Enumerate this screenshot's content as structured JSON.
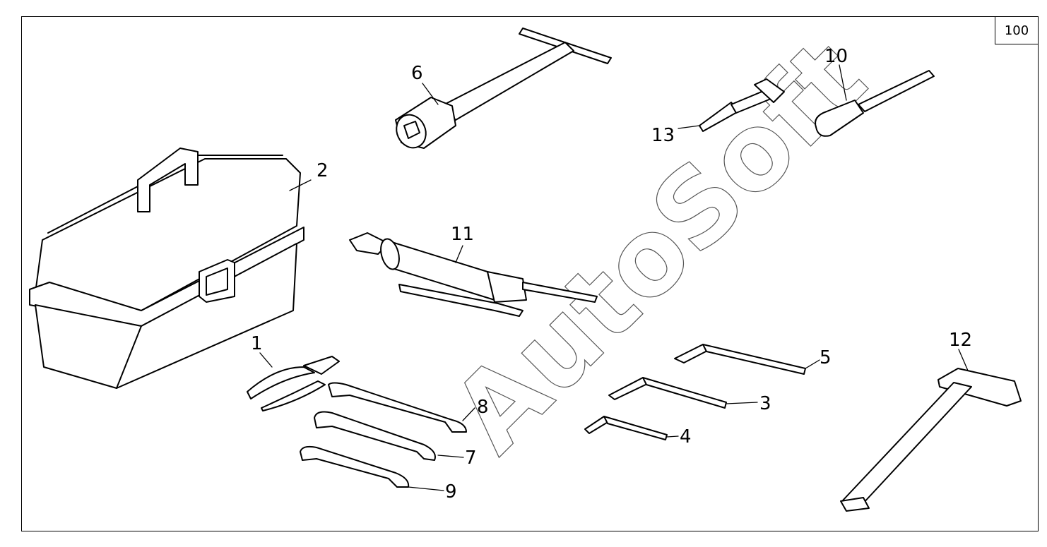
{
  "page_number": "100",
  "watermark": "AutoSoft",
  "callouts": [
    {
      "label": "1",
      "part": "pliers"
    },
    {
      "label": "2",
      "part": "tool-box"
    },
    {
      "label": "3",
      "part": "hex-key-medium"
    },
    {
      "label": "4",
      "part": "hex-key-small"
    },
    {
      "label": "5",
      "part": "hex-key-large"
    },
    {
      "label": "6",
      "part": "t-handle-socket-wrench"
    },
    {
      "label": "7",
      "part": "open-end-wrench-middle"
    },
    {
      "label": "8",
      "part": "open-end-wrench-top"
    },
    {
      "label": "9",
      "part": "open-end-wrench-bottom"
    },
    {
      "label": "10",
      "part": "screwdriver"
    },
    {
      "label": "11",
      "part": "grease-gun"
    },
    {
      "label": "12",
      "part": "hammer"
    },
    {
      "label": "13",
      "part": "drift-punch"
    }
  ]
}
